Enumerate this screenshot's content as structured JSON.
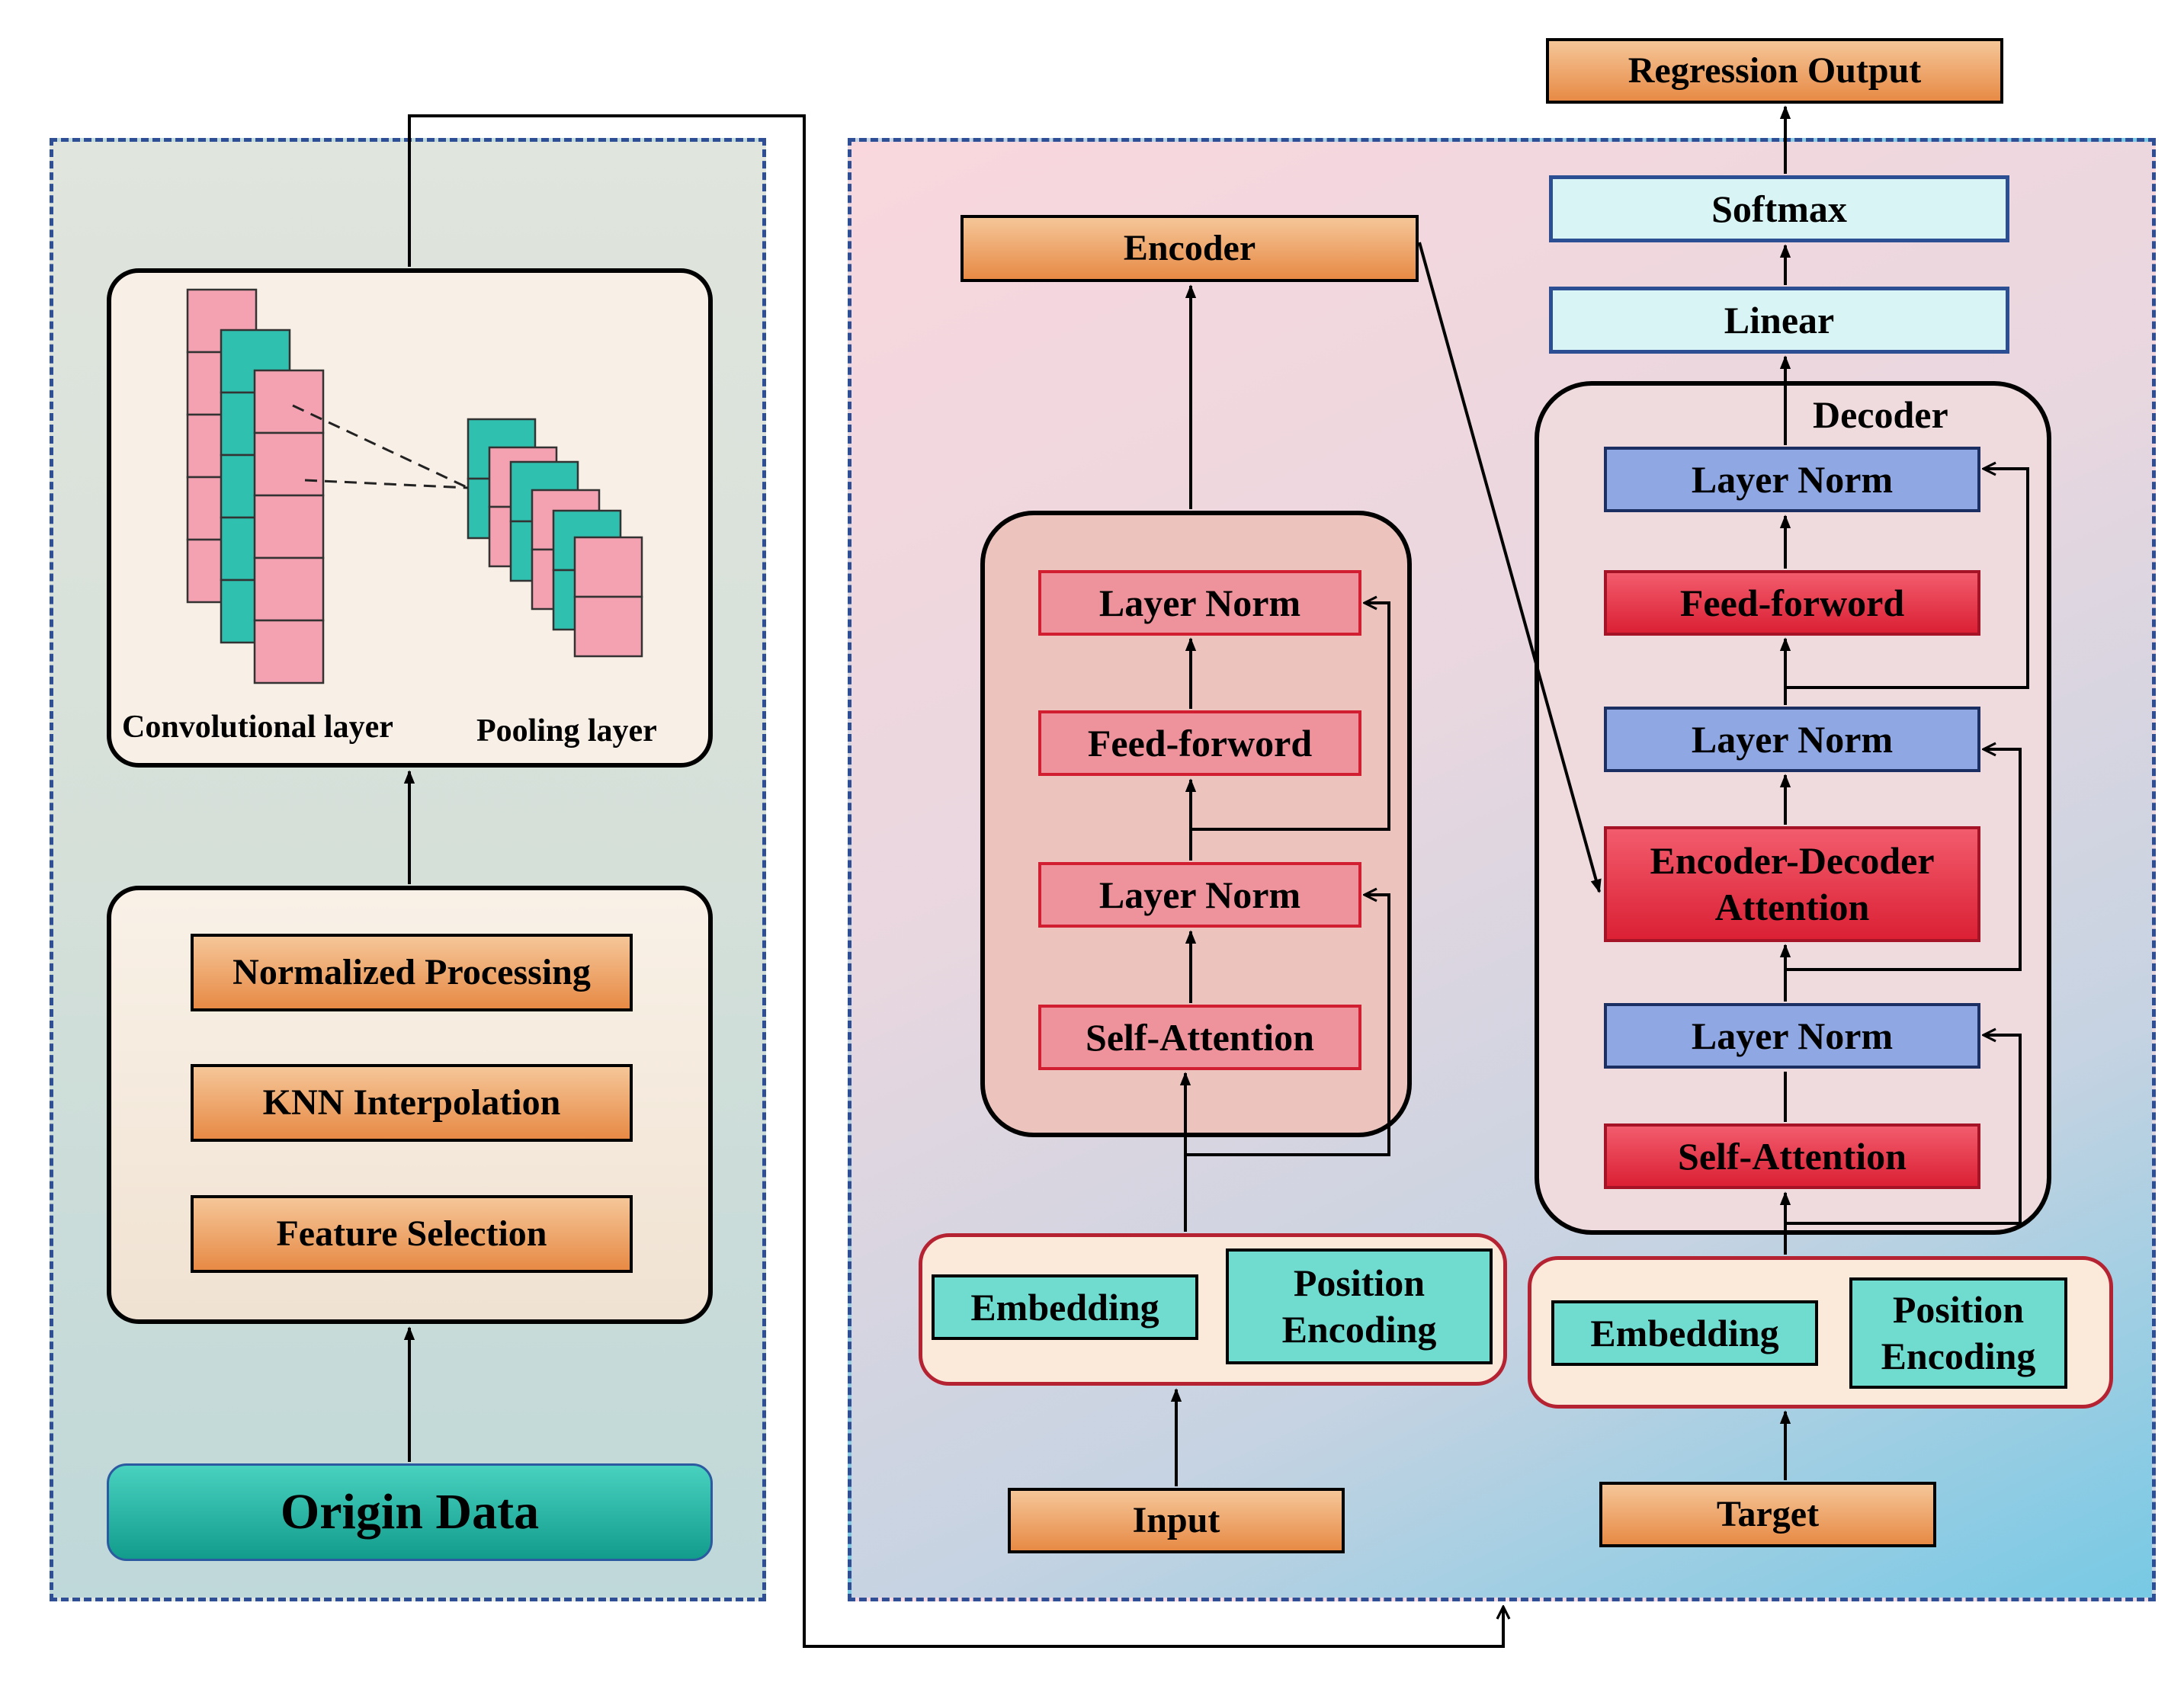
{
  "cnn": {
    "convolutional_label": "Convolutional layer",
    "pooling_label": "Pooling layer",
    "colors": {
      "pink": "#f4a2b1",
      "teal": "#2fc0b0"
    }
  },
  "preprocessing": {
    "steps": [
      "Normalized Processing",
      "KNN Interpolation",
      "Feature Selection"
    ]
  },
  "origin_data": "Origin Data",
  "encoder": {
    "title": "Encoder",
    "layers": [
      "Layer Norm",
      "Feed-forword",
      "Layer Norm",
      "Self-Attention"
    ],
    "embedding": "Embedding",
    "position_encoding": "Position Encoding",
    "input": "Input"
  },
  "decoder": {
    "title": "Decoder",
    "layers": [
      "Layer Norm",
      "Feed-forword",
      "Layer Norm",
      "Encoder-Decoder Attention",
      "Layer Norm",
      "Self-Attention"
    ],
    "embedding": "Embedding",
    "position_encoding": "Position Encoding",
    "target": "Target"
  },
  "head": {
    "linear": "Linear",
    "softmax": "Softmax",
    "output": "Regression Output"
  },
  "colors": {
    "panel_border": "#2e4f96",
    "orange": "#e78a45",
    "pink": "#ee939c",
    "red": "#db2034",
    "blue": "#8fa8e4",
    "cyan": "#d8f4f4",
    "teal": "#70dcd0"
  }
}
